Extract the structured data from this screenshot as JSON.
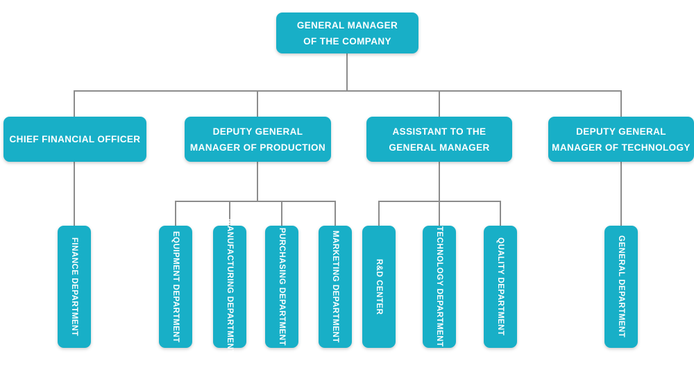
{
  "colors": {
    "node_fill": "#18AFC7",
    "node_text": "#FFFFFF",
    "connector": "#8C8C8C",
    "background": "#FFFFFF"
  },
  "org": {
    "root": {
      "lines": [
        "GENERAL MANAGER",
        "OF THE COMPANY"
      ]
    },
    "level2": [
      {
        "id": "cfo",
        "lines": [
          "CHIEF FINANCIAL OFFICER"
        ]
      },
      {
        "id": "dgm_production",
        "lines": [
          "DEPUTY GENERAL",
          "MANAGER OF PRODUCTION"
        ]
      },
      {
        "id": "assistant_gm",
        "lines": [
          "ASSISTANT TO THE",
          "GENERAL MANAGER"
        ]
      },
      {
        "id": "dgm_technology",
        "lines": [
          "DEPUTY GENERAL",
          "MANAGER OF TECHNOLOGY"
        ]
      }
    ],
    "level3": [
      {
        "id": "finance",
        "parent": "cfo",
        "label": "FINANCE DEPARTMENT"
      },
      {
        "id": "equipment",
        "parent": "dgm_production",
        "label": "EQUIPMENT DEPARTMENT"
      },
      {
        "id": "manufacturing",
        "parent": "dgm_production",
        "label": "MANUFACTURING DEPARTMENT"
      },
      {
        "id": "purchasing",
        "parent": "dgm_production",
        "label": "PURCHASING DEPARTMENT"
      },
      {
        "id": "marketing",
        "parent": "dgm_production",
        "label": "MARKETING DEPARTMENT"
      },
      {
        "id": "rnd_center",
        "parent": "assistant_gm",
        "label": "R&D CENTER"
      },
      {
        "id": "technology",
        "parent": "assistant_gm",
        "label": "TECHNOLOGY DEPARTMENT"
      },
      {
        "id": "quality",
        "parent": "assistant_gm",
        "label": "QUALITY DEPARTMENT"
      },
      {
        "id": "general",
        "parent": "dgm_technology",
        "label": "GENERAL DEPARTMENT"
      }
    ]
  }
}
